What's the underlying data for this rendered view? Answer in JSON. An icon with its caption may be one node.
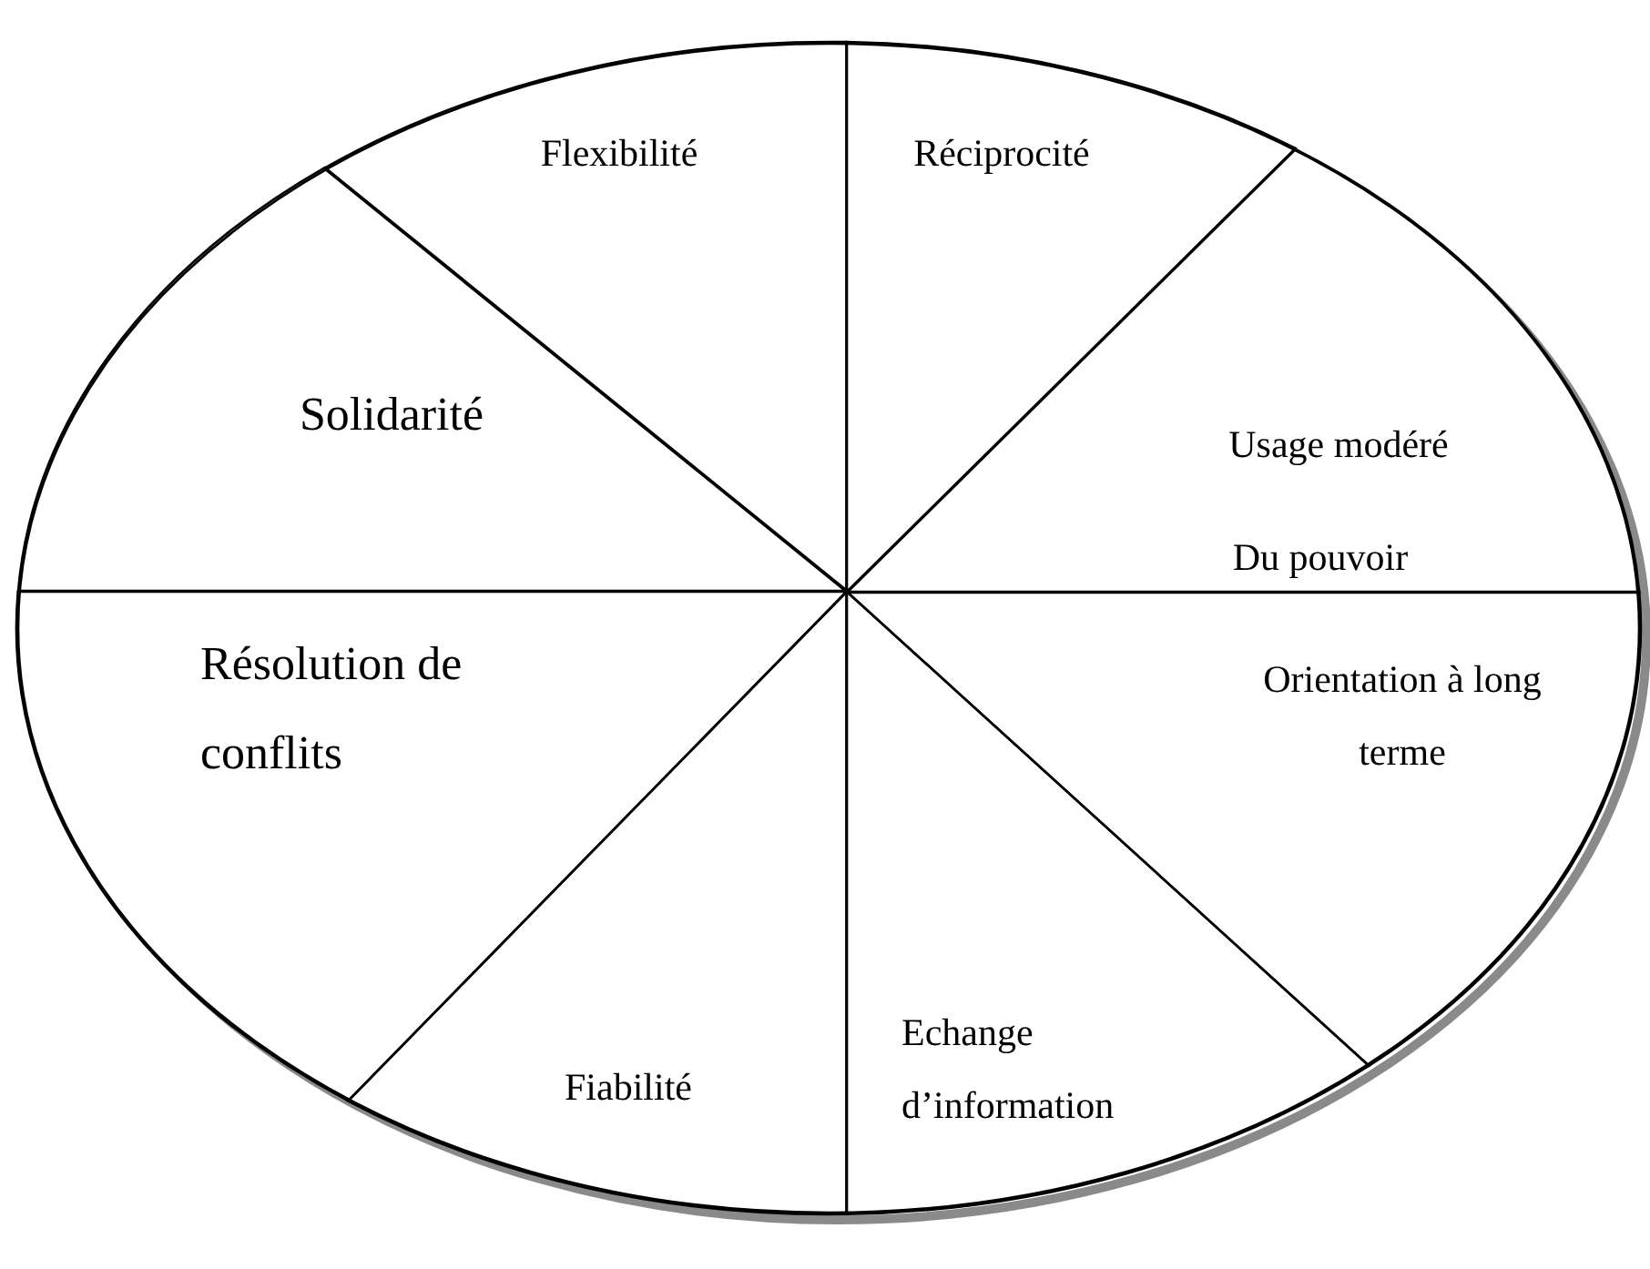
{
  "diagram": {
    "nodes": [
      {
        "text": [],
        "shape": "ellipse"
      },
      {
        "text": [
          "Flexibilité"
        ],
        "in": 0
      },
      {
        "text": [
          "Réciprocité"
        ],
        "in": 0
      },
      {
        "text": [
          "Solidarité"
        ],
        "in": 0
      },
      {
        "text": [
          "Usage modéré",
          "Du pouvoir"
        ],
        "in": 0
      },
      {
        "text": [
          "Résolution de conflits"
        ],
        "in": 0
      },
      {
        "text": [
          "Orientation à long terme"
        ],
        "in": 0
      },
      {
        "text": [
          "Fiabilité"
        ],
        "in": 0
      },
      {
        "text": [
          "Echange d’information"
        ],
        "in": 0
      }
    ]
  }
}
